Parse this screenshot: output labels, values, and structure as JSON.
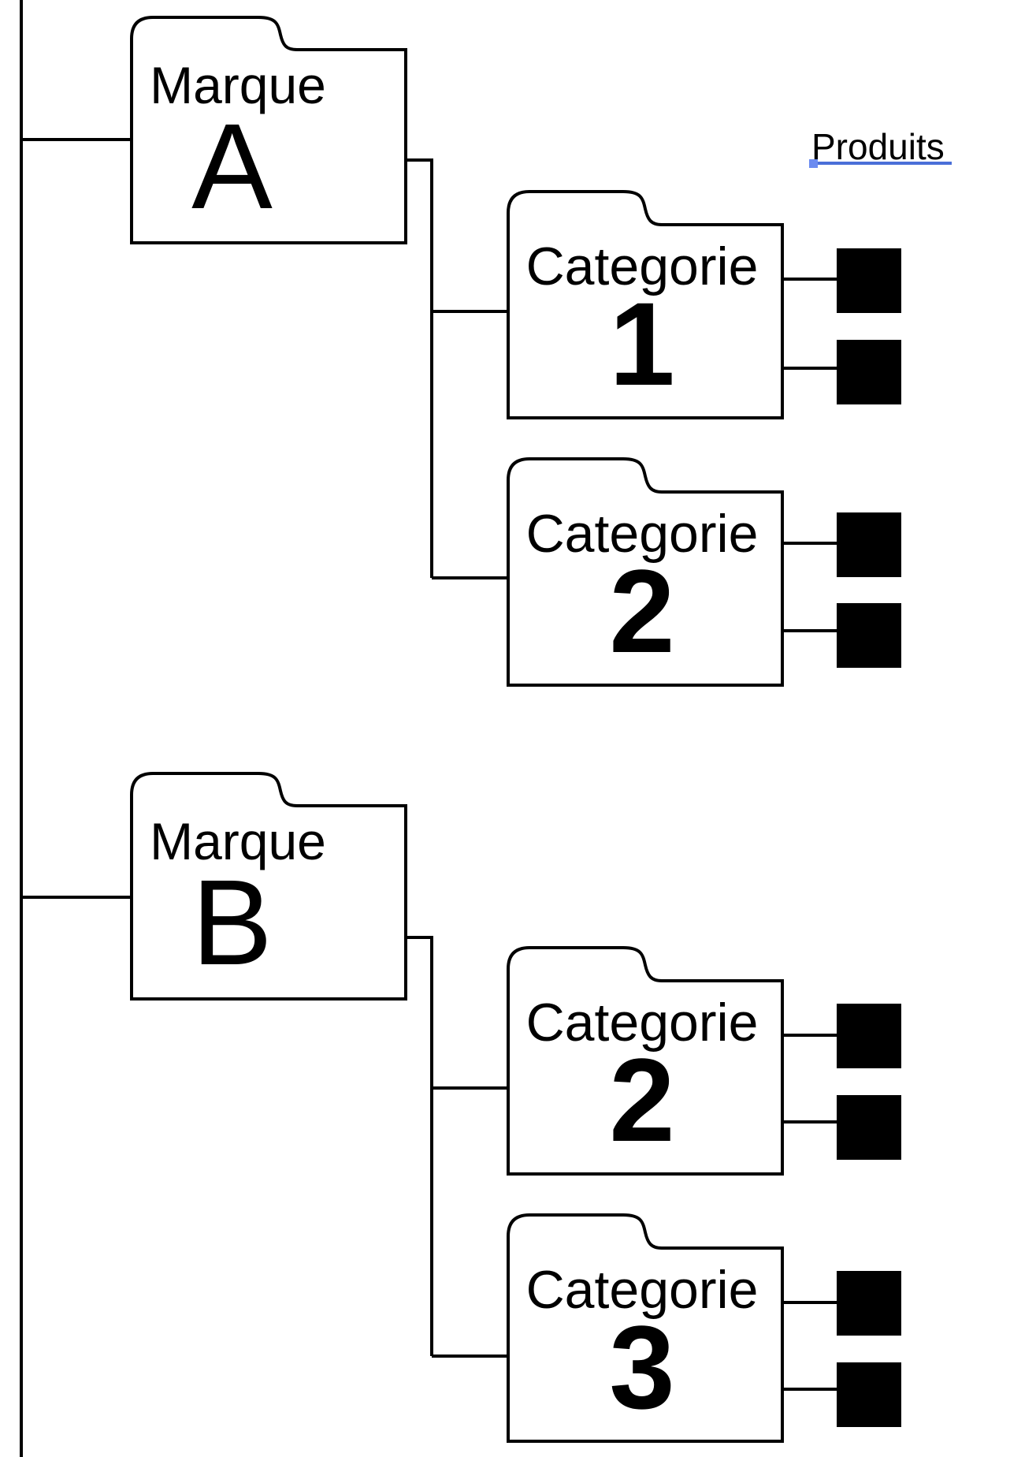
{
  "header": {
    "produits_label": "Produits"
  },
  "colors": {
    "line": "#000000",
    "text": "#000000",
    "background": "#ffffff",
    "product": "#000000",
    "underline": "#4a6fd8",
    "marker": "#6b8bf0"
  },
  "icons": {
    "brand_node": "folder-icon",
    "category_node": "folder-icon",
    "product_node": "filled-square-icon"
  },
  "tree": {
    "brands": [
      {
        "name_line1": "Marque",
        "name_line2": "A",
        "categories": [
          {
            "name_line1": "Categorie",
            "name_line2": "1",
            "product_count": 2
          },
          {
            "name_line1": "Categorie",
            "name_line2": "2",
            "product_count": 2
          }
        ]
      },
      {
        "name_line1": "Marque",
        "name_line2": "B",
        "categories": [
          {
            "name_line1": "Categorie",
            "name_line2": "2",
            "product_count": 2
          },
          {
            "name_line1": "Categorie",
            "name_line2": "3",
            "product_count": 2
          }
        ]
      }
    ]
  }
}
